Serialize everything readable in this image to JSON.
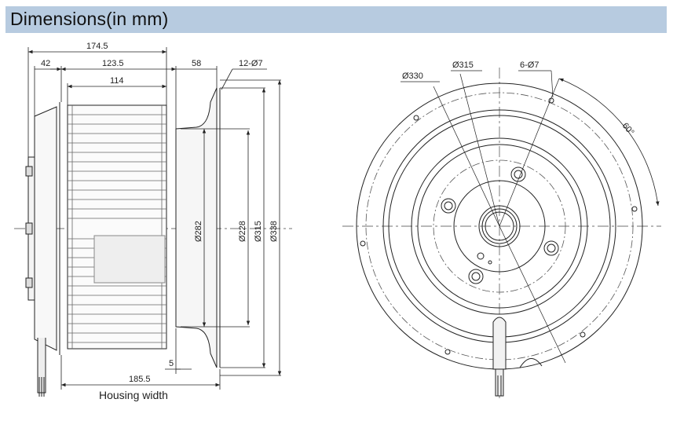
{
  "header": {
    "title": "Dimensions(in mm)"
  },
  "side_view": {
    "dim_overall_length": "174.5",
    "dim_rear_offset": "42",
    "dim_to_inlet": "123.5",
    "dim_wheel_width": "114",
    "dim_inlet_depth": "58",
    "dim_holes": "12-Ø7",
    "dim_d282": "Ø282",
    "dim_d228": "Ø228",
    "dim_d315": "Ø315",
    "dim_d338": "Ø338",
    "dim_5": "5",
    "dim_housing": "185.5",
    "housing_label": "Housing width"
  },
  "front_view": {
    "dim_d330": "Ø330",
    "dim_d315": "Ø315",
    "dim_holes": "6-Ø7",
    "dim_angle": "60°"
  }
}
